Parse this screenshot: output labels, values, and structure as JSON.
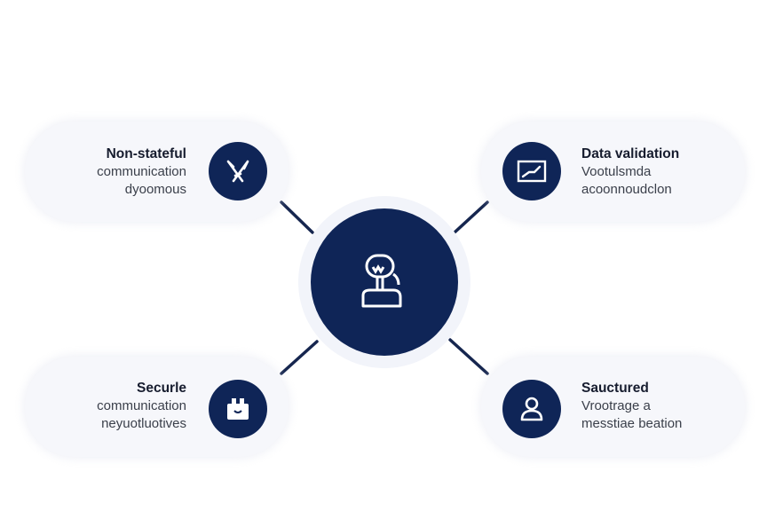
{
  "hub": {
    "icon": "robot-user-icon",
    "color": "#0f2557"
  },
  "nodes": [
    {
      "title": "Non-stateful",
      "line1": "communication",
      "line2": "dyoomous",
      "icon": "tools-icon"
    },
    {
      "title": "Data validation",
      "line1": "Vootulsmda",
      "line2": "acoonnoudclon",
      "icon": "chart-window-icon"
    },
    {
      "title": "Securle",
      "line1": "communication",
      "line2": "neyuotluotives",
      "icon": "lock-box-icon"
    },
    {
      "title": "Sauctured",
      "line1": "Vrootrage a",
      "line2": "messtiae beation",
      "icon": "user-icon"
    }
  ]
}
